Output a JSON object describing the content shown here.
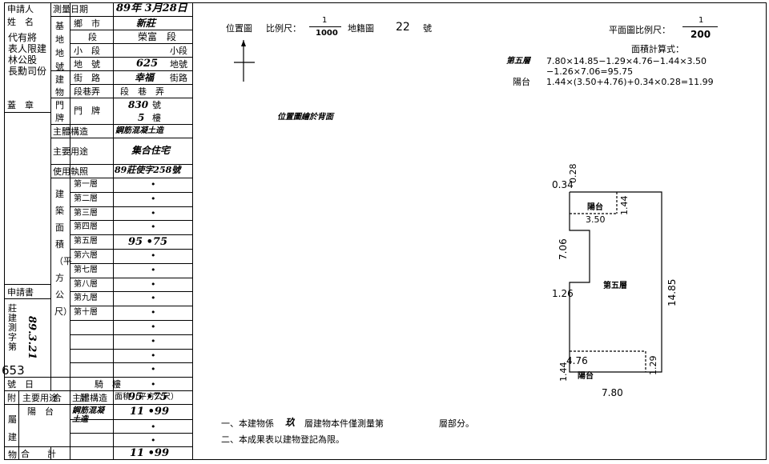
{
  "applicant_box": {
    "row1": "申請人",
    "row2": "姓　名",
    "company": "代有將\n表人限建\n林公股\n長勳司份",
    "seal": "蓋　章"
  },
  "survey_date": {
    "label": "測量日期",
    "value": "89年 3月28日"
  },
  "base_land": {
    "group_label": "基地地號",
    "city_label": "鄉　市",
    "city_value": "新莊",
    "section_label": "段",
    "section_value": "榮富　段",
    "subsection_label": "小　段",
    "subsection_value": "小段",
    "landno_label": "地　號",
    "landno_value": "625",
    "landno_unit": "地號"
  },
  "building_location": {
    "group_label": "建物門牌",
    "street_label": "街　路",
    "street_value": "幸福",
    "street_unit": "街路",
    "lane_label": "段巷弄",
    "lane_value": "段　巷　弄",
    "door_label": "門　牌",
    "door_value": "830",
    "door_unit": "號",
    "floor_value": "5",
    "floor_unit": "樓"
  },
  "structure": {
    "label": "主體構造",
    "value": "鋼筋混凝土造"
  },
  "usage": {
    "label": "主要用途",
    "value": "集合住宅"
  },
  "license": {
    "label": "使用執照",
    "value": "89莊使字258號"
  },
  "area": {
    "group_label": "建築面積（平方公尺）",
    "floors": [
      {
        "name": "第一層",
        "value": "•"
      },
      {
        "name": "第二層",
        "value": "•"
      },
      {
        "name": "第三層",
        "value": "•"
      },
      {
        "name": "第四層",
        "value": "•"
      },
      {
        "name": "第五層",
        "value": "95 •75"
      },
      {
        "name": "第六層",
        "value": "•"
      },
      {
        "name": "第七層",
        "value": "•"
      },
      {
        "name": "第八層",
        "value": "•"
      },
      {
        "name": "第九層",
        "value": "•"
      },
      {
        "name": "第十層",
        "value": "•"
      },
      {
        "name": "",
        "value": "•"
      },
      {
        "name": "",
        "value": "•"
      },
      {
        "name": "",
        "value": "•"
      },
      {
        "name": "",
        "value": "•"
      }
    ],
    "arcade_label": "騎　樓",
    "arcade_value": "•",
    "total_label": "合　　計",
    "total_value": "95 •75"
  },
  "application": {
    "label": "申請書",
    "text": "莊建測字第",
    "date_stamp": "89.3.21",
    "number": "653",
    "suffix": "號　日"
  },
  "attached": {
    "header_a": "附",
    "header_b": "主要用途",
    "header_c": "主體構造",
    "header_d": "面積（平方公尺）",
    "side": "屬建物",
    "use": "陽　台",
    "structure": "鋼筋混凝土造",
    "area": "11 •99",
    "area2": "•",
    "area3": "•",
    "total_label": "合　　計",
    "total_value": "11 •99"
  },
  "location_map": {
    "title": "位置圖",
    "scale_label": "比例尺：",
    "scale_num": "1",
    "scale_den": "1000",
    "cadastral_label": "地籍圖",
    "cadastral_no": "22",
    "cadastral_unit": "號",
    "note": "位置圖繪於背面"
  },
  "floor_plan": {
    "scale_label": "平面圖比例尺：",
    "scale_num": "1",
    "scale_den": "200",
    "calc_title": "面積計算式：",
    "calc_floor_label": "第五層",
    "calc_floor_1": "7.80×14.85−1.29×4.76−1.44×3.50",
    "calc_floor_2": "−1.26×7.06=95.75",
    "calc_balcony_label": "陽台",
    "calc_balcony": "1.44×(3.50+4.76)+0.34×0.28=11.99",
    "dims": {
      "d034": "0.34",
      "d028": "0.28",
      "d144a": "1.44",
      "d350": "3.50",
      "d706": "7.06",
      "d126": "1.26",
      "d1485": "14.85",
      "d476": "4.76",
      "d144b": "1.44",
      "d129": "1.29",
      "d780": "7.80"
    },
    "balcony_top": "陽台",
    "balcony_bottom": "陽台",
    "floor_label": "第五層"
  },
  "notes": {
    "note1_a": "一、本建物係",
    "note1_b": "玖",
    "note1_c": "層建物本件僅測量第",
    "note1_d": "層部分。",
    "note2": "二、本成果表以建物登記為限。"
  }
}
